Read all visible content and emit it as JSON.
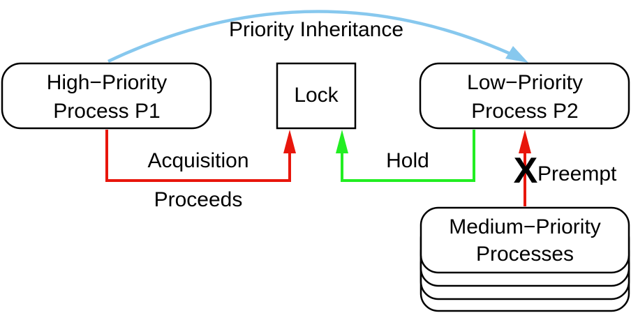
{
  "nodes": {
    "high_priority": {
      "line1": "High−Priority",
      "line2": "Process P1"
    },
    "lock": {
      "label": "Lock"
    },
    "low_priority": {
      "line1": "Low−Priority",
      "line2": "Process P2"
    },
    "medium_priority": {
      "line1": "Medium−Priority",
      "line2": "Processes"
    }
  },
  "edges": {
    "inheritance": {
      "label": "Priority Inheritance",
      "color": "#87c8ee"
    },
    "acquisition": {
      "label_top": "Acquisition",
      "label_bottom": "Proceeds",
      "color": "#e8160c"
    },
    "hold": {
      "label": "Hold",
      "color": "#22ee22"
    },
    "preempt": {
      "label": "Preempt",
      "blocked_mark": "X",
      "color": "#e8160c"
    }
  }
}
